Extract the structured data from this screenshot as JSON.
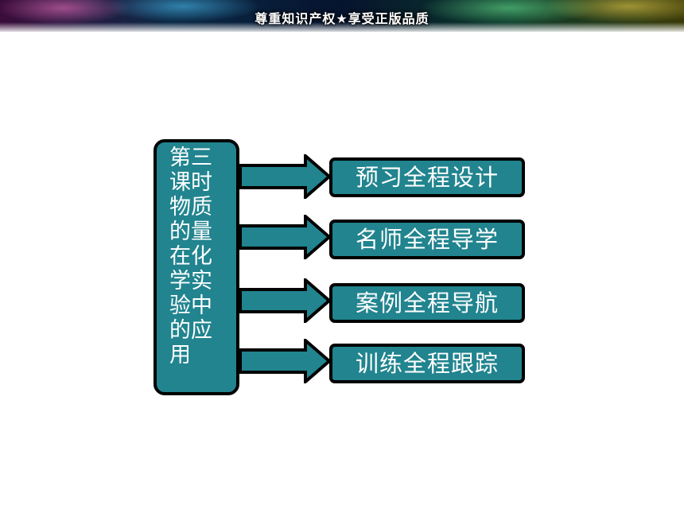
{
  "banner": {
    "text": "尊重知识产权★享受正版品质"
  },
  "title": "第三课时 物质的量在化学实验中的应用",
  "items": [
    {
      "label": "预习全程设计"
    },
    {
      "label": "名师全程导学"
    },
    {
      "label": "案例全程导航"
    },
    {
      "label": "训练全程跟踪"
    }
  ],
  "colors": {
    "box_fill": "#21848f",
    "box_border": "#000000",
    "text": "#ffffff"
  }
}
